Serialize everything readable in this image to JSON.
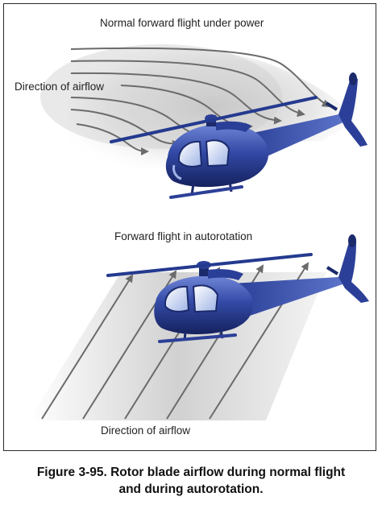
{
  "diagram": {
    "top_panel": {
      "title": "Normal forward flight under power",
      "airflow_label": "Direction of airflow"
    },
    "bottom_panel": {
      "title": "Forward flight in autorotation",
      "airflow_label": "Direction of airflow"
    },
    "colors": {
      "helicopter_dark": "#1b2a6b",
      "helicopter_mid": "#3b55b0",
      "helicopter_light": "#8fa6e0",
      "airflow_arrow": "#6b6b6b",
      "airflow_shading": "#d9d9d9"
    }
  },
  "caption": {
    "line1": "Figure 3-95. Rotor blade airflow during normal flight",
    "line2": "and during autorotation."
  }
}
